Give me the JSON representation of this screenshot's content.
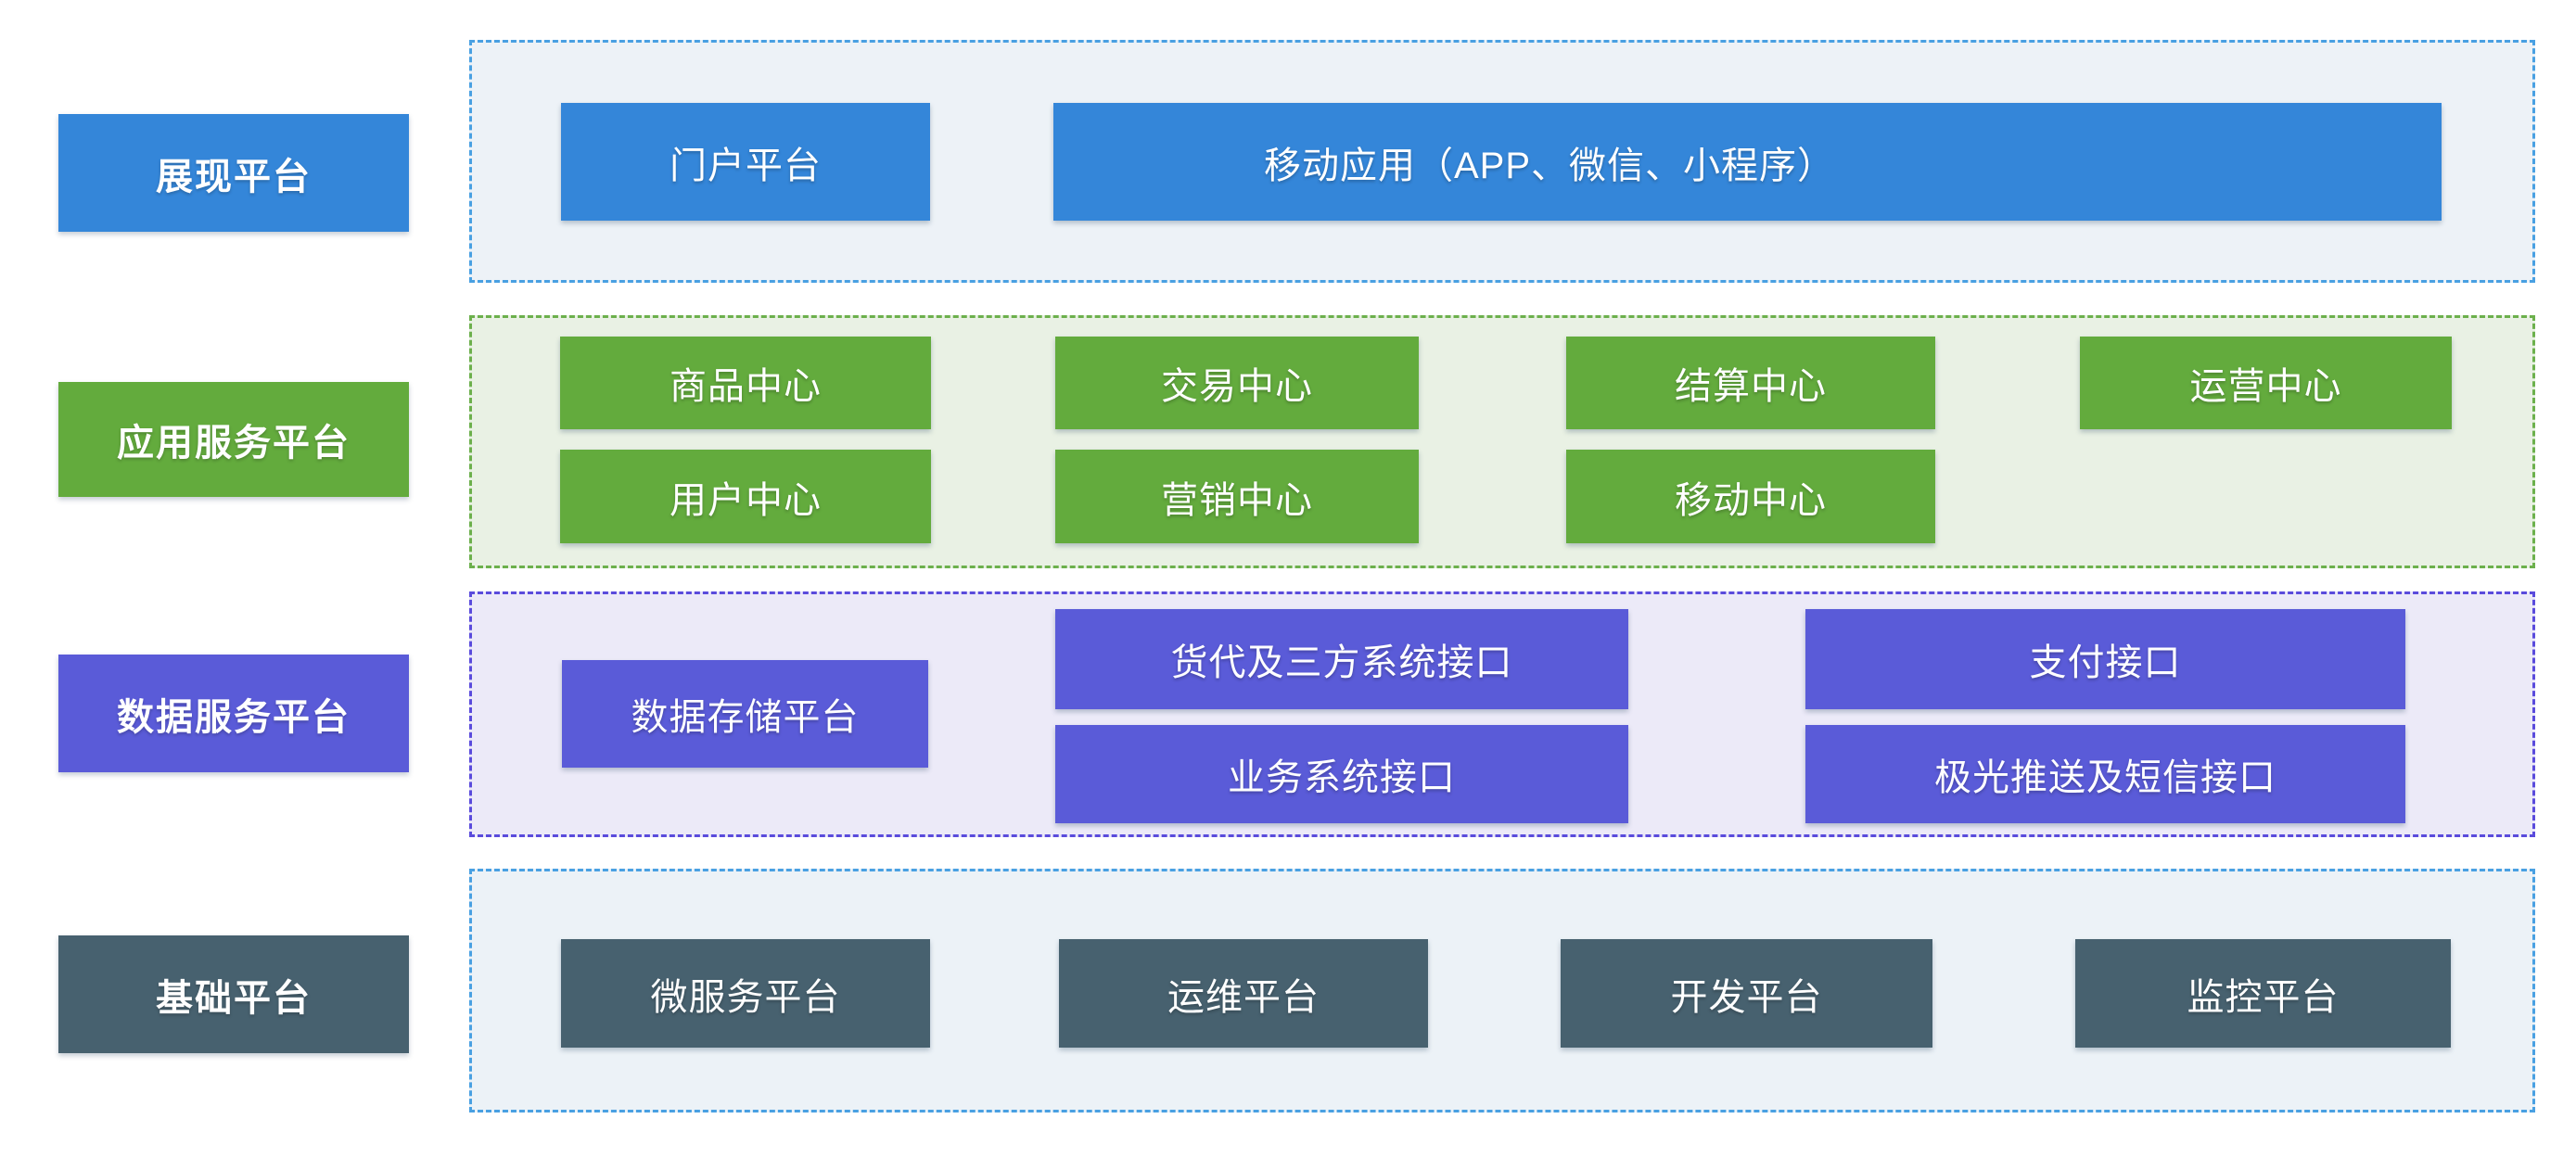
{
  "colors": {
    "blue": "#3486d9",
    "green": "#63ab3d",
    "purple": "#5a5bd8",
    "slate": "#47616f",
    "panel_blue_fill": "#edf2f7",
    "panel_blue2_fill": "#ecf2f7",
    "panel_blue_border": "#49a0e2",
    "panel_green_fill": "#e9f1e4",
    "panel_green_border": "#6cb04c",
    "panel_purple_fill": "#eceaf8",
    "panel_purple_border": "#5a4bdc"
  },
  "rows": {
    "presentation": {
      "label": "展现平台",
      "boxes": {
        "portal": "门户平台",
        "mobile_app": "移动应用（APP、微信、小程序）"
      }
    },
    "application": {
      "label": "应用服务平台",
      "boxes": {
        "product": "商品中心",
        "trade": "交易中心",
        "settlement": "结算中心",
        "operation": "运营中心",
        "user": "用户中心",
        "marketing": "营销中心",
        "mobile_center": "移动中心"
      }
    },
    "data": {
      "label": "数据服务平台",
      "boxes": {
        "storage": "数据存储平台",
        "forwarder_api": "货代及三方系统接口",
        "payment_api": "支付接口",
        "business_api": "业务系统接口",
        "push_sms_api": "极光推送及短信接口"
      }
    },
    "foundation": {
      "label": "基础平台",
      "boxes": {
        "microservice": "微服务平台",
        "ops": "运维平台",
        "dev": "开发平台",
        "monitor": "监控平台"
      }
    }
  }
}
